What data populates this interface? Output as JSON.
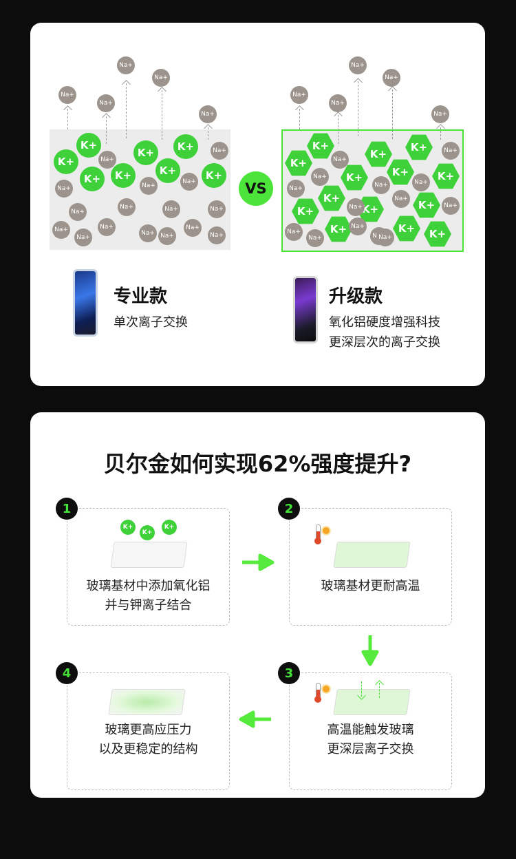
{
  "comparison": {
    "vs_label": "VS",
    "na_label": "Na+",
    "k_label": "K+",
    "left": {
      "title": "专业款",
      "desc_lines": [
        "单次离子交换"
      ]
    },
    "right": {
      "title": "升级款",
      "desc_lines": [
        "氧化铝硬度增强科技",
        "更深层次的离子交换"
      ]
    },
    "colors": {
      "accent": "#4ce43a",
      "ion_gray": "#9c948c"
    }
  },
  "process": {
    "title": "贝尔金如何实现62%强度提升?",
    "steps": [
      {
        "num": "1",
        "lines": [
          "玻璃基材中添加氧化铝",
          "并与钾离子结合"
        ]
      },
      {
        "num": "2",
        "lines": [
          "玻璃基材更耐高温"
        ]
      },
      {
        "num": "3",
        "lines": [
          "高温能触发玻璃",
          "更深层离子交换"
        ]
      },
      {
        "num": "4",
        "lines": [
          "玻璃更高应压力",
          "以及更稳定的结构"
        ]
      }
    ]
  }
}
